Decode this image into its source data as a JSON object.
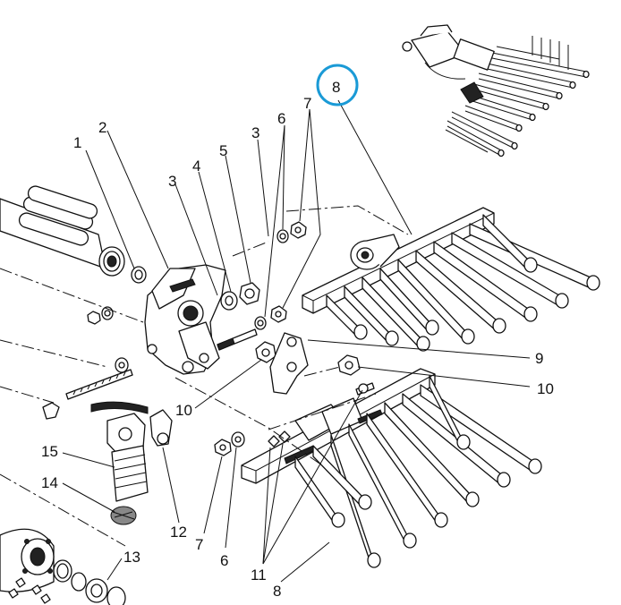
{
  "callouts": [
    {
      "id": "c1",
      "label": "1"
    },
    {
      "id": "c2",
      "label": "2"
    },
    {
      "id": "c3a",
      "label": "3"
    },
    {
      "id": "c3b",
      "label": "3"
    },
    {
      "id": "c4",
      "label": "4"
    },
    {
      "id": "c5",
      "label": "5"
    },
    {
      "id": "c6a",
      "label": "6"
    },
    {
      "id": "c6b",
      "label": "6"
    },
    {
      "id": "c7a",
      "label": "7"
    },
    {
      "id": "c7b",
      "label": "7"
    },
    {
      "id": "c8a",
      "label": "8"
    },
    {
      "id": "c8b",
      "label": "8"
    },
    {
      "id": "c9",
      "label": "9"
    },
    {
      "id": "c10a",
      "label": "10"
    },
    {
      "id": "c10b",
      "label": "10"
    },
    {
      "id": "c11",
      "label": "11"
    },
    {
      "id": "c12",
      "label": "12"
    },
    {
      "id": "c13",
      "label": "13"
    },
    {
      "id": "c14",
      "label": "14"
    },
    {
      "id": "c15",
      "label": "15"
    }
  ],
  "highlight_color": "#1a9ad6",
  "highlighted_callout": "8"
}
